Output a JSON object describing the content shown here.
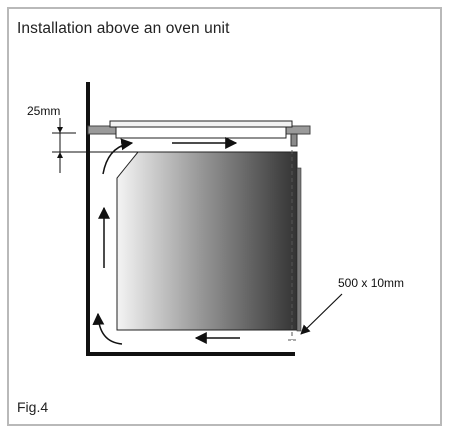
{
  "title": "Installation above an oven unit",
  "figure_label": "Fig.4",
  "dimensions": {
    "gap_label": "25mm",
    "vent_label": "500 x 10mm"
  },
  "icons": [
    "airflow-arrow-icon"
  ],
  "colors": {
    "frame": "#b9b9b9",
    "oven_dark": "#3c3c3c",
    "oven_light": "#f2f2f2",
    "line": "#111111"
  }
}
